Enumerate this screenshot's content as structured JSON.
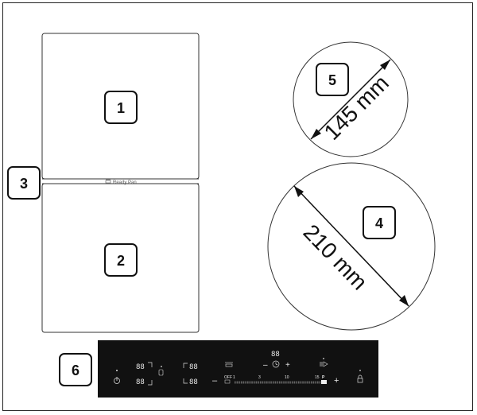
{
  "callouts": {
    "c1": "1",
    "c2": "2",
    "c3": "3",
    "c4": "4",
    "c5": "5",
    "c6": "6"
  },
  "zones": {
    "bridge_label": "Ready Pan"
  },
  "dimensions": {
    "small_zone": "145 mm",
    "large_zone": "210 mm"
  },
  "control_panel": {
    "timer_display": "88",
    "zone_display_top": "88",
    "zone_display_bottom": "88",
    "zone2_display_top": "88",
    "zone2_display_bottom": "88",
    "minus_top": "–",
    "plus_top": "+",
    "minus_main": "–",
    "plus_main": "+",
    "off_label": "OFF",
    "scale_1": "1",
    "scale_3": "3",
    "scale_10": "10",
    "scale_15": "15",
    "scale_p": "P",
    "power_icon": "power-icon",
    "lock_icon": "lock-icon"
  },
  "colors": {
    "panel": "#111111",
    "panel_text": "#e8e8e8",
    "outline": "#222222"
  }
}
